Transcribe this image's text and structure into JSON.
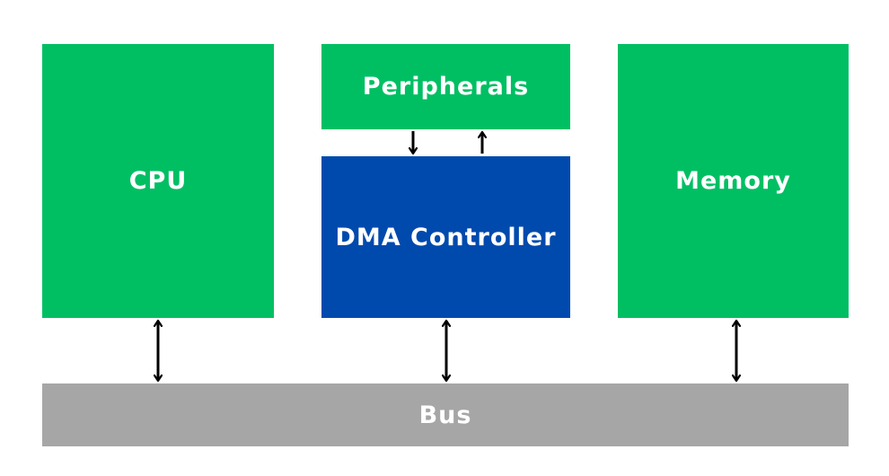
{
  "blocks": {
    "cpu": {
      "label": "CPU",
      "color": "#00bf63"
    },
    "peripherals": {
      "label": "Peripherals",
      "color": "#00bf63"
    },
    "dma_controller": {
      "label": "DMA Controller",
      "color": "#004aad"
    },
    "memory": {
      "label": "Memory",
      "color": "#00bf63"
    },
    "bus": {
      "label": "Bus",
      "color": "#a6a6a6"
    }
  },
  "connections": [
    {
      "from": "cpu",
      "to": "bus",
      "direction": "bidirectional"
    },
    {
      "from": "dma_controller",
      "to": "bus",
      "direction": "bidirectional"
    },
    {
      "from": "memory",
      "to": "bus",
      "direction": "bidirectional"
    },
    {
      "from": "peripherals",
      "to": "dma_controller",
      "direction": "down"
    },
    {
      "from": "dma_controller",
      "to": "peripherals",
      "direction": "up"
    }
  ]
}
